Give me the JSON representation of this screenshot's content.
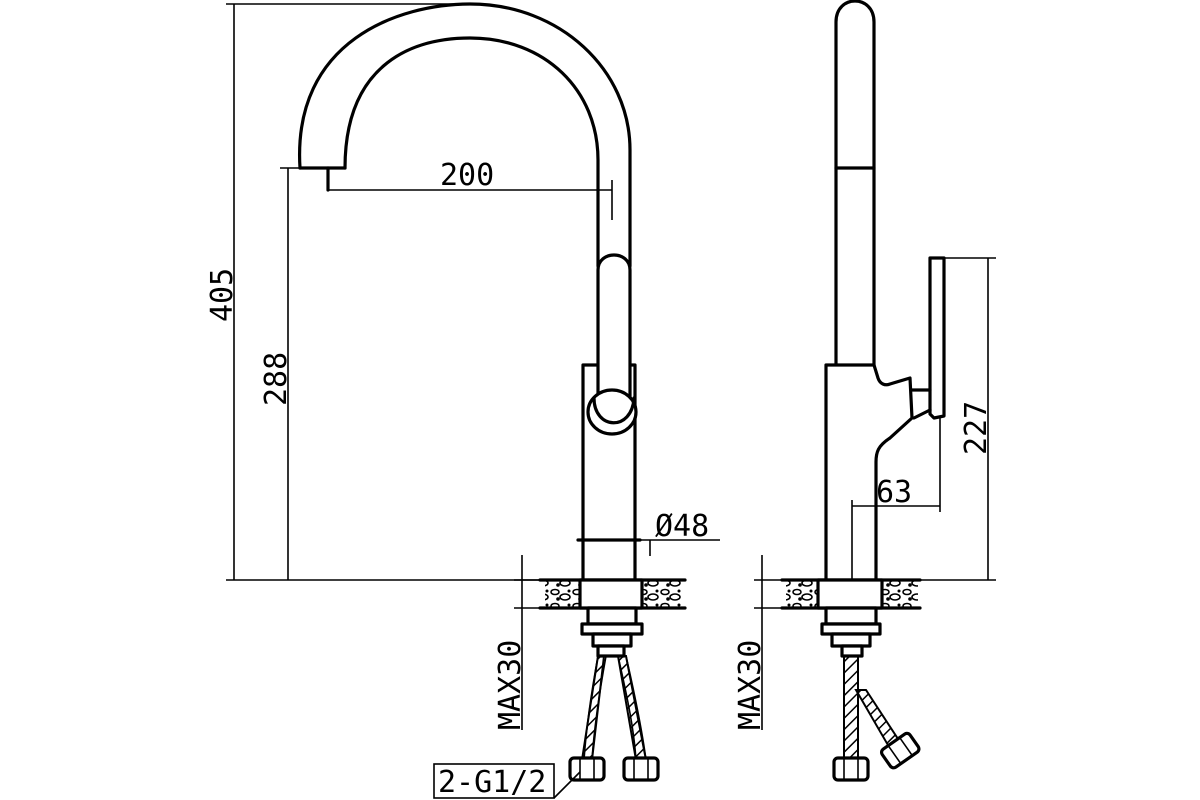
{
  "dimensions": {
    "total_height": "405",
    "spout_height": "288",
    "spout_reach": "200",
    "body_diameter": "Ø48",
    "handle_height": "227",
    "handle_offset": "63",
    "max_thickness_front": "MAX30",
    "max_thickness_side": "MAX30",
    "connection": "2-G1/2"
  }
}
